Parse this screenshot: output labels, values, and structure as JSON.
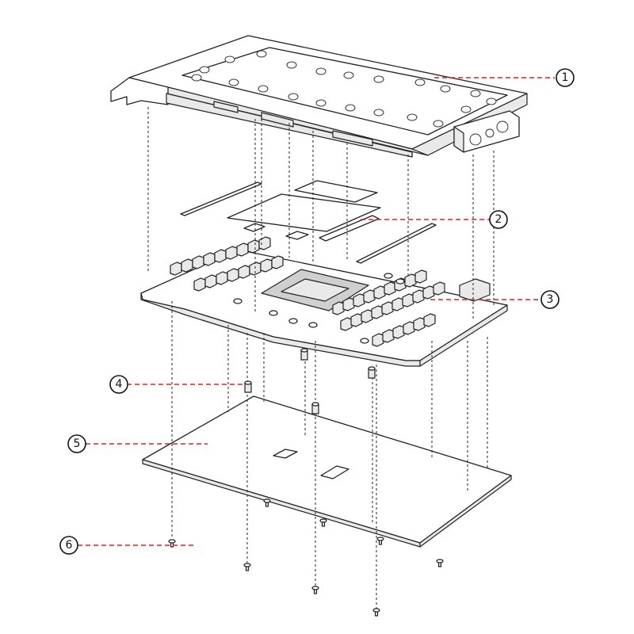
{
  "callouts": [
    {
      "id": "1",
      "label": "1"
    },
    {
      "id": "2",
      "label": "2"
    },
    {
      "id": "3",
      "label": "3"
    },
    {
      "id": "4",
      "label": "4"
    },
    {
      "id": "5",
      "label": "5"
    },
    {
      "id": "6",
      "label": "6"
    }
  ],
  "colors": {
    "leader": "#e02020",
    "outline": "#222222",
    "background": "#ffffff"
  }
}
